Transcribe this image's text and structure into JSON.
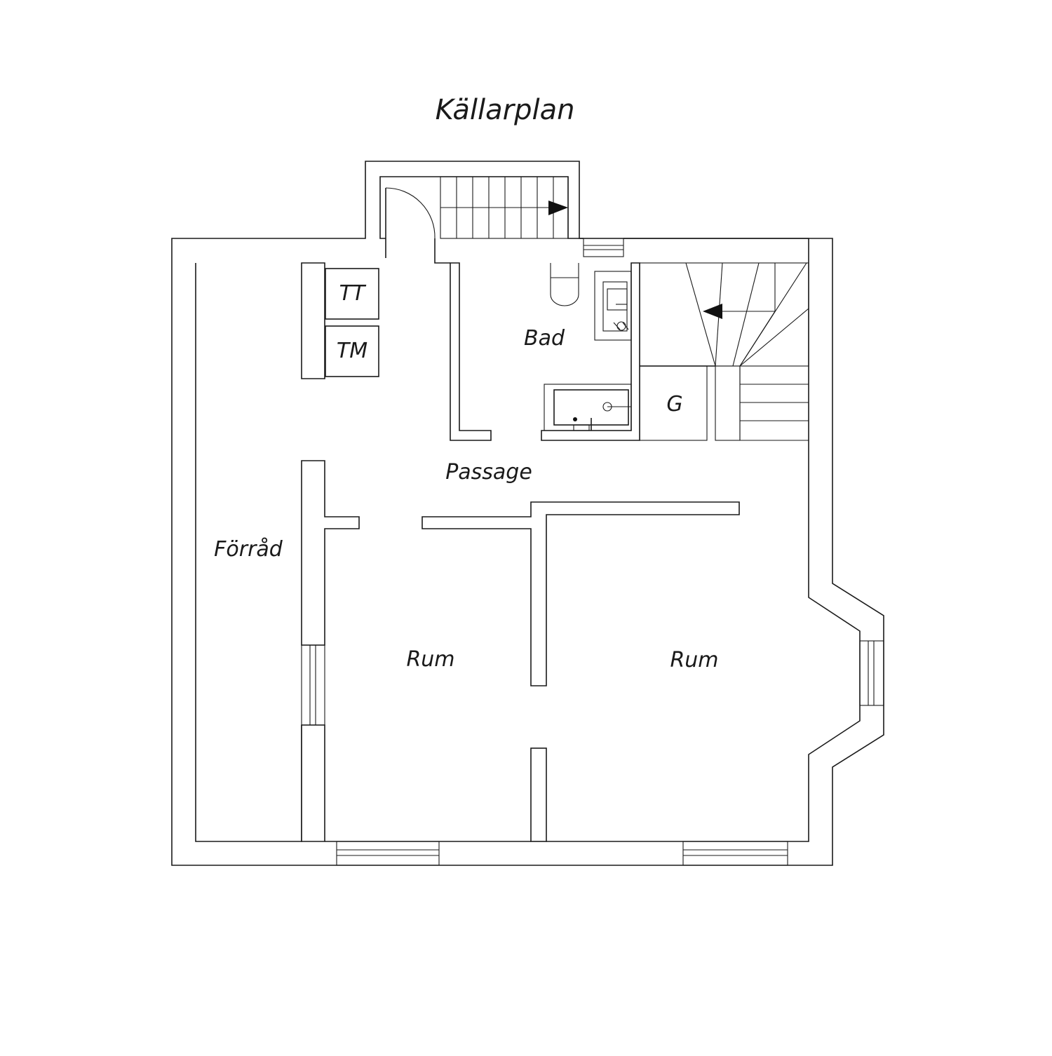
{
  "title": "Källarplan",
  "rooms": {
    "tt": "TT",
    "tm": "TM",
    "bad": "Bad",
    "g": "G",
    "passage": "Passage",
    "forrad": "Förråd",
    "rum_left": "Rum",
    "rum_right": "Rum"
  },
  "colors": {
    "line": "#1a1a1a",
    "background": "#ffffff"
  }
}
